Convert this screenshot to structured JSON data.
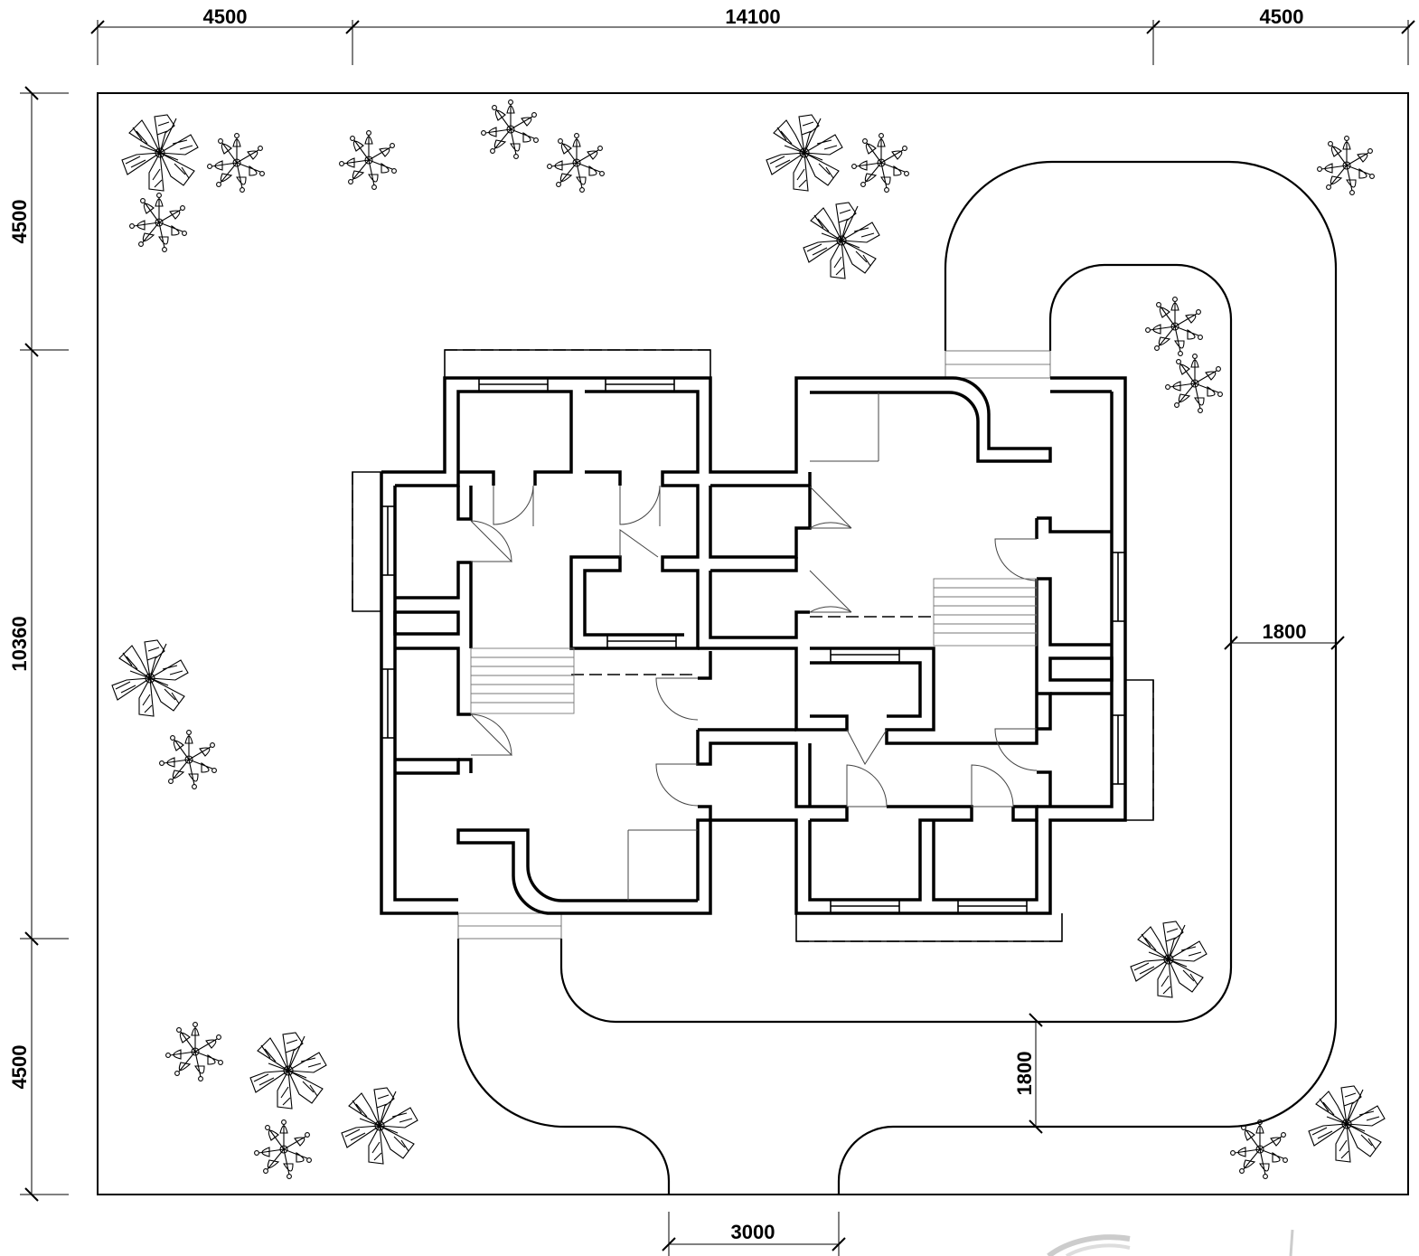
{
  "dimensions": {
    "top_left": "4500",
    "top_middle": "14100",
    "top_right": "4500",
    "left_top": "4500",
    "left_middle": "10360",
    "left_bottom": "4500",
    "path_width_right": "1800",
    "path_width_bottom": "1800",
    "entrance_width": "3000"
  }
}
